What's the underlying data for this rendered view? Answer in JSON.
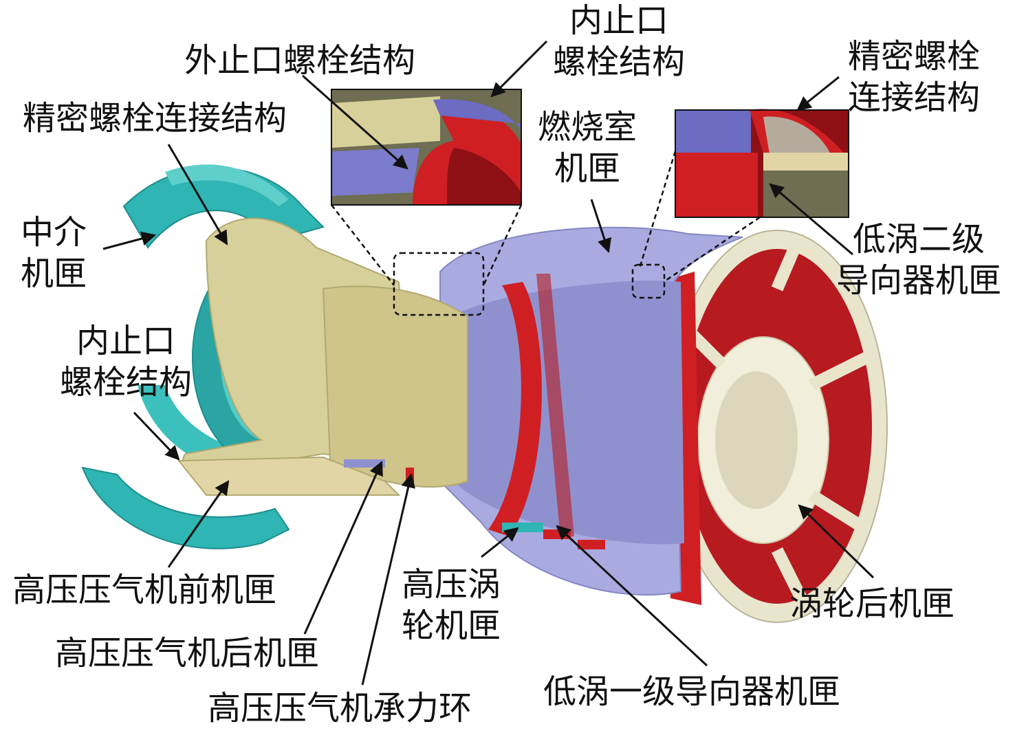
{
  "colors": {
    "teal": "#2fb5b3",
    "khaki": "#d8d09a",
    "lavender": "#9ea0d8",
    "red": "#cf1f23",
    "cream": "#e9e5cd",
    "ink": "#111111"
  },
  "labels": {
    "outer_spigot": "外止口螺栓结构",
    "inner_spigot_top_1": "内止口",
    "inner_spigot_top_2": "螺栓结构",
    "precision_left": "精密螺栓连接结构",
    "precision_right_1": "精密螺栓",
    "precision_right_2": "连接结构",
    "combustor_1": "燃烧室",
    "combustor_2": "机匣",
    "intermediate_1": "中介",
    "intermediate_2": "机匣",
    "inner_spigot_left_1": "内止口",
    "inner_spigot_left_2": "螺栓结构",
    "lpt2_1": "低涡二级",
    "lpt2_2": "导向器机匣",
    "hpc_front": "高压压气机前机匣",
    "hpc_rear": "高压压气机后机匣",
    "hpc_ring": "高压压气机承力环",
    "hpt_1": "高压涡",
    "hpt_2": "轮机匣",
    "lpt1": "低涡一级导向器机匣",
    "turbine_rear": "涡轮后机匣"
  }
}
